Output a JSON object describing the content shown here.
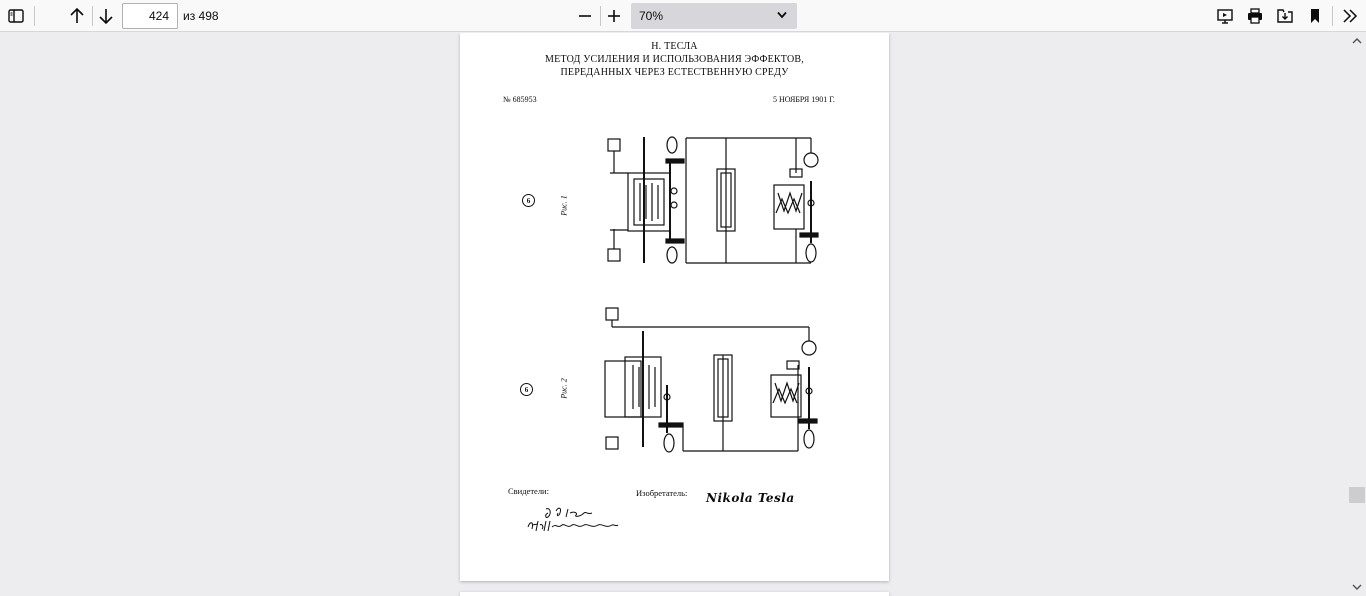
{
  "toolbar": {
    "current_page": "424",
    "page_count_text": "из 498",
    "zoom_value": "70%"
  },
  "document": {
    "author": "Н. ТЕСЛА",
    "title_line1": "МЕТОД УСИЛЕНИЯ И ИСПОЛЬЗОВАНИЯ ЭФФЕКТОВ,",
    "title_line2": "ПЕРЕДАННЫХ ЧЕРЕЗ ЕСТЕСТВЕННУЮ СРЕДУ",
    "patent_no": "№ 685953",
    "date": "5 НОЯБРЯ 1901 Г.",
    "fig1_label": "Рис. 1",
    "fig2_label": "Рис. 2",
    "fig_mark": "6",
    "witnesses_label": "Свидетели:",
    "inventor_label": "Изобретатель:",
    "inventor_signature": "Nikola Tesla",
    "witness_signature_1": "G. B. Lewis",
    "witness_signature_2": "Hillary C. Messimer"
  },
  "icons": {
    "sidebar": "sidebar-toggle-icon",
    "prev": "arrow-up-icon",
    "next": "arrow-down-icon",
    "zoom_out": "minus-icon",
    "zoom_in": "plus-icon",
    "presentation": "presentation-icon",
    "print": "print-icon",
    "save": "save-icon",
    "bookmark": "bookmark-icon",
    "more": "double-chevron-icon"
  }
}
